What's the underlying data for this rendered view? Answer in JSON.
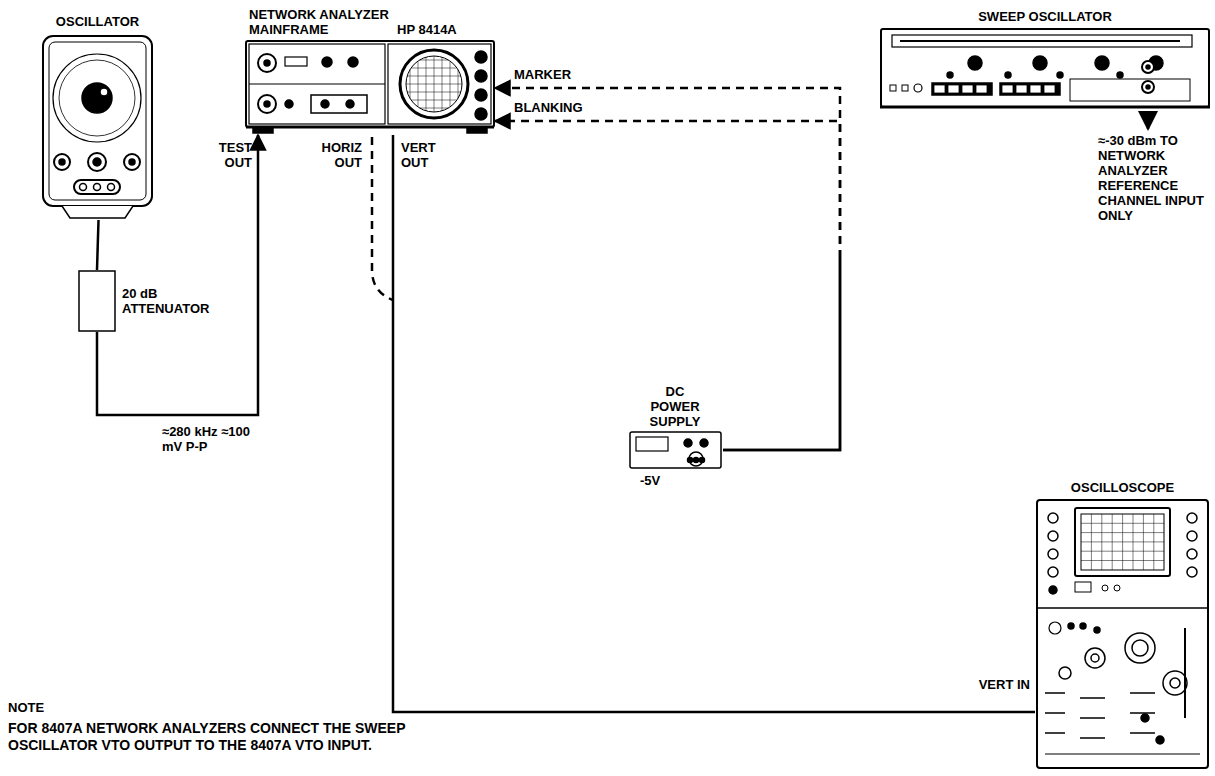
{
  "diagram": {
    "nodes": [
      {
        "text": [
          "OSCILLATOR"
        ]
      },
      {
        "text": [
          "NETWORK ANALYZER MAINFRAME",
          "HP 8414A"
        ]
      },
      {
        "text": [
          "SWEEP OSCILLATOR"
        ]
      },
      {
        "text": [
          "20 dB ATTENUATOR"
        ]
      },
      {
        "text": [
          "DC POWER SUPPLY"
        ]
      },
      {
        "text": [
          "OSCILLOSCOPE"
        ]
      }
    ],
    "edges": [
      {
        "from": 0,
        "to": 3,
        "arrow": "none"
      },
      {
        "from": 3,
        "to": 1,
        "arrow": "to",
        "label": "≈280 kHz ≈100 mV P-P"
      },
      {
        "from": 4,
        "to": 1,
        "arrow": "to",
        "label": "MARKER"
      },
      {
        "from": 4,
        "to": 1,
        "arrow": "to",
        "label": "BLANKING"
      },
      {
        "from": 1,
        "to": 5,
        "arrow": "none"
      }
    ],
    "labels": [
      "TEST OUT",
      "HORIZ OUT",
      "VERT OUT",
      "-5V",
      "≈-30 dBm TO NETWORK ANALYZER REFERENCE CHANNEL INPUT ONLY",
      "VERT IN",
      "NOTE",
      "FOR 8407A NETWORK ANALYZERS CONNECT THE SWEEP OSCILLATOR VTO OUTPUT TO THE 8407A VTO INPUT."
    ]
  }
}
